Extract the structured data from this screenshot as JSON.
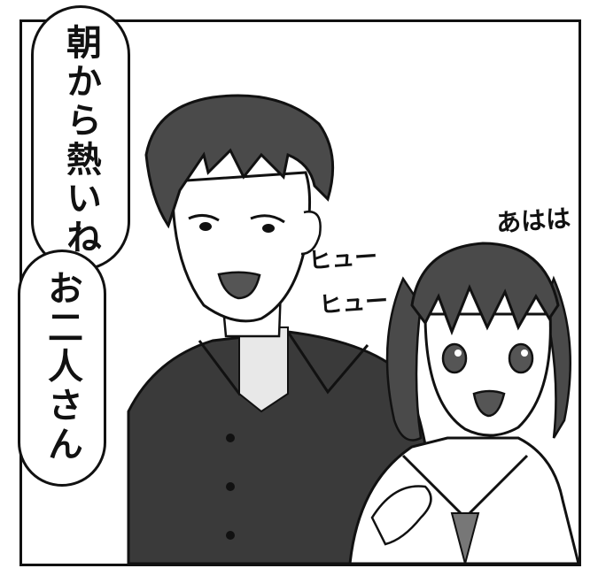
{
  "dialogue": {
    "line1": "朝から熱いね",
    "line2": "お二人さん"
  },
  "sfx": {
    "whistle_1": "ヒュー",
    "whistle_2": "ヒュー",
    "laugh": "あはは"
  }
}
